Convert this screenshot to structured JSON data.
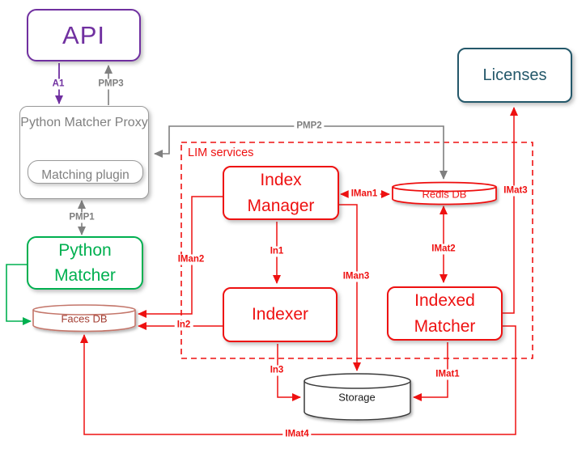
{
  "diagram": {
    "nodes": {
      "api": {
        "label": "API",
        "color": "#7030A0"
      },
      "licenses": {
        "label": "Licenses",
        "color": "#24586A"
      },
      "python_matcher_proxy": {
        "label": "Python Matcher Proxy",
        "color": "#808080"
      },
      "matching_plugin": {
        "label": "Matching plugin",
        "color": "#808080"
      },
      "python_matcher": {
        "label": "Python Matcher",
        "color": "#00B050"
      },
      "faces_db": {
        "label": "Faces DB",
        "color": "#A33E33"
      },
      "redis_db": {
        "label": "Redis DB",
        "color": "#EE1111"
      },
      "storage": {
        "label": "Storage",
        "color": "#1A1A1A"
      },
      "index_manager": {
        "label": "Index Manager",
        "color": "#EE1111"
      },
      "indexer": {
        "label": "Indexer",
        "color": "#EE1111"
      },
      "indexed_matcher": {
        "label": "Indexed Matcher",
        "color": "#EE1111"
      }
    },
    "group": {
      "label": "LIM services",
      "color": "#EE1111"
    },
    "edge_labels": {
      "a1": "A1",
      "pmp1": "PMP1",
      "pmp2": "PMP2",
      "pmp3": "PMP3",
      "iman1": "IMan1",
      "iman2": "IMan2",
      "iman3": "IMan3",
      "in1": "In1",
      "in2": "In2",
      "in3": "In3",
      "imat1": "IMat1",
      "imat2": "IMat2",
      "imat3": "IMat3",
      "imat4": "IMat4"
    }
  }
}
